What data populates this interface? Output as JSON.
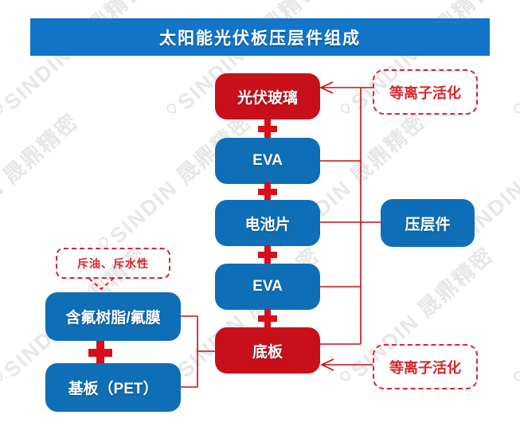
{
  "title": "太阳能光伏板压层件组成",
  "colors": {
    "blue": "#0e6fb6",
    "red": "#c8101b",
    "title_blue": "#1375c8",
    "line_red": "#c01218",
    "dash_red": "#d8262b",
    "plus_red": "#d60f1a",
    "watermark": "#e7e7e7"
  },
  "stack": [
    {
      "label": "光伏玻璃",
      "color": "red"
    },
    {
      "label": "EVA",
      "color": "blue"
    },
    {
      "label": "电池片",
      "color": "blue"
    },
    {
      "label": "EVA",
      "color": "blue"
    },
    {
      "label": "底板",
      "color": "red"
    }
  ],
  "right": {
    "plasma_top": "等离子活化",
    "laminate": "压层件",
    "plasma_bottom": "等离子活化"
  },
  "left": {
    "note": "斥油、斥水性",
    "fluoro": "含氟树脂/氟膜",
    "substrate": "基板（PET）"
  },
  "watermark": {
    "text": "SINDIN 晟鼎精密"
  }
}
